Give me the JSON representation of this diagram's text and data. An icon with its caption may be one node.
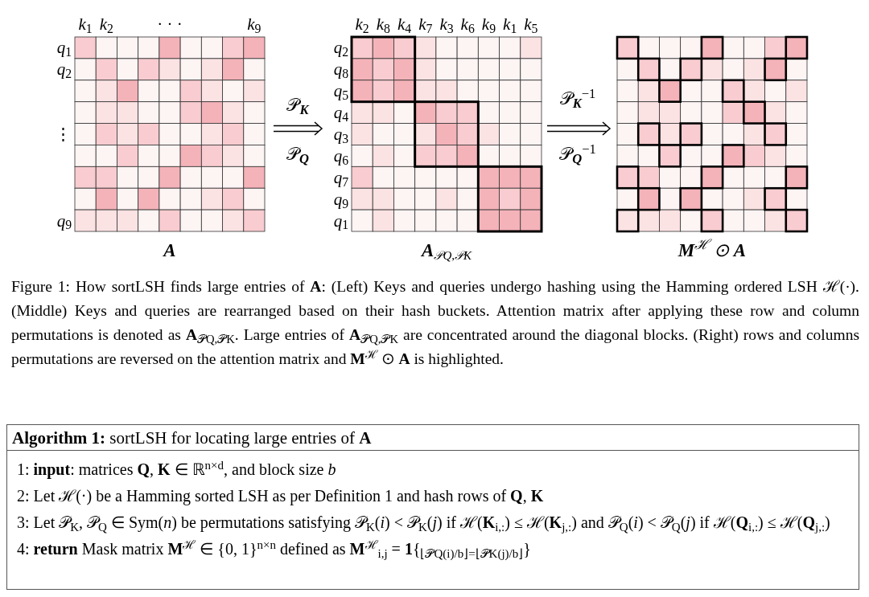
{
  "diagram": {
    "caption": "Figure 1: How sortLSH finds large entries of **A**: (Left) Keys and queries undergo hashing using the Hamming ordered LSH ℋ(·). (Middle) Keys and queries are rearranged based on their hash buckets. Attention matrix after applying these row and column permutations is denoted as **A**$_{𝒫Q,𝒫K}$. Large entries of **A**$_{𝒫Q,𝒫K}$ are concentrated around the diagonal blocks. (Right) rows and columns permutations are reversed on the attention matrix and **M**$^{ℋ}$ ⊙ **A** is highlighted.",
    "nodes": [
      {
        "text": [
          "A"
        ]
      },
      {
        "text": [
          "**A**$_{𝒫Q,𝒫K}$"
        ]
      },
      {
        "text": [
          "**M**$^{ℋ}$ ⊙ **A**"
        ]
      },
      {
        "text": [
          "**Algorithm 1:** sortLSH for locating large entries of **A**",
          "1: **input**: matrices **Q**, **K** ∈ ℝ$^{n×d}$, and block size *b*",
          "2: Let ℋ(·) be a Hamming sorted LSH as per Definition 1 and hash rows of **Q**, **K**",
          "3: Let 𝒫$_{K}$, 𝒫$_{Q}$ ∈ Sym(*n*) be permutations satisfying 𝒫$_{K}$(*i*) < 𝒫$_{K}$(*j*) if ℋ(**K**$_{i,:}$) ≤ ℋ(**K**$_{j,:}$) and 𝒫$_{Q}$(*i*) < 𝒫$_{Q}$(*j*) if ℋ(**Q**$_{i,:}$) ≤ ℋ(**Q**$_{j,:}$)",
          "4: **return** Mask matrix **M**$^{ℋ}$ ∈ {0, 1}$^{n×n}$ defined as **M**$^{ℋ}$$_{i,j}$ = **1**{$_{⌊𝒫Q(i)/b⌋=⌊𝒫K(j)/b⌋}$}"
        ]
      }
    ],
    "edges": [
      {
        "from": 0,
        "to": 1,
        "arrow": "to",
        "label": "𝒫$_{K}$"
      },
      {
        "from": 1,
        "to": 2,
        "arrow": "to",
        "label": "𝒫$_{K}$$^{−1}$"
      }
    ],
    "labels": [
      "*k*$_{1}$",
      "*k*$_{2}$",
      "· · ·",
      "*k*$_{9}$",
      "*q*$_{1}$",
      "*q*$_{2}$",
      "⋮",
      "*q*$_{9}$",
      "*k*$_{2}$",
      "*k*$_{8}$",
      "*k*$_{4}$",
      "*k*$_{7}$",
      "*k*$_{3}$",
      "*k*$_{6}$",
      "*k*$_{9}$",
      "*k*$_{1}$",
      "*k*$_{5}$",
      "*q*$_{2}$",
      "*q*$_{8}$",
      "*q*$_{5}$",
      "*q*$_{4}$",
      "*q*$_{3}$",
      "*q*$_{6}$",
      "*q*$_{7}$",
      "*q*$_{9}$",
      "*q*$_{1}$",
      "𝒫$_{Q}$",
      "𝒫$_{Q}$$^{−1}$"
    ]
  }
}
